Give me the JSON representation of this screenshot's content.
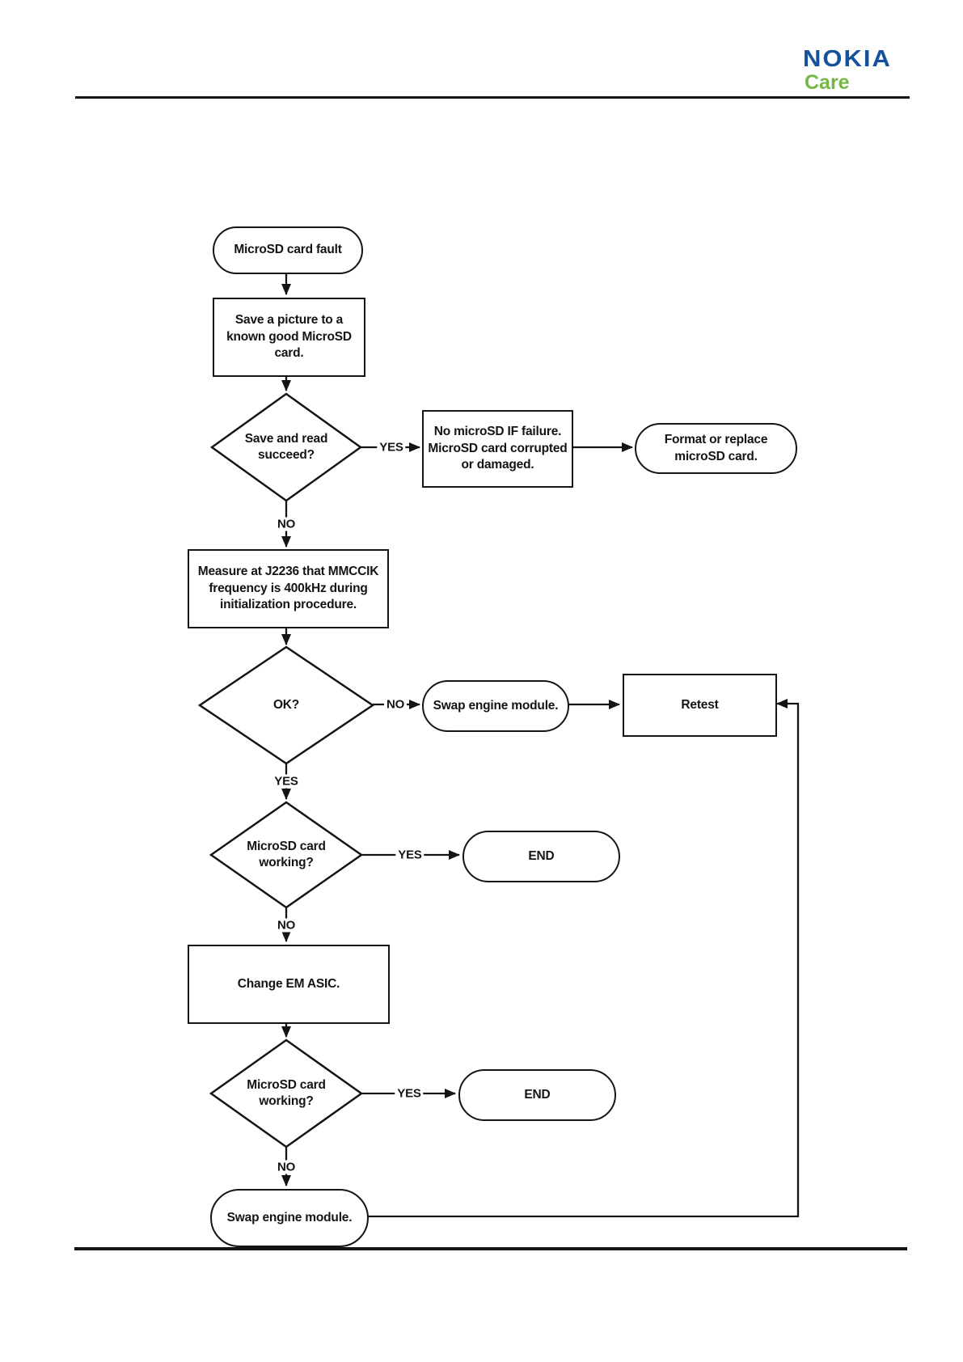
{
  "header": {
    "brand": "NOKIA",
    "sub_brand": "Care",
    "brand_color": "#17519e",
    "sub_brand_color": "#74b843"
  },
  "flowchart": {
    "line_color": "#141414",
    "nodes": {
      "start": {
        "type": "terminator",
        "label": "MicroSD card fault"
      },
      "save_picture": {
        "type": "process",
        "label": "Save a picture to a\nknown good MicroSD\ncard."
      },
      "save_read_succeed": {
        "type": "decision",
        "label": "Save and read\nsucceed?"
      },
      "no_if_failure": {
        "type": "process",
        "label": "No microSD IF failure.\nMicroSD card corrupted\nor damaged."
      },
      "format_replace": {
        "type": "terminator",
        "label": "Format or replace\nmicroSD card."
      },
      "measure_j2236": {
        "type": "process",
        "label": "Measure at J2236 that MMCCIK\nfrequency is 400kHz during\ninitialization procedure."
      },
      "ok": {
        "type": "decision",
        "label": "OK?"
      },
      "swap_engine_1": {
        "type": "terminator",
        "label": "Swap engine module."
      },
      "retest": {
        "type": "process",
        "label": "Retest"
      },
      "card_working_1": {
        "type": "decision",
        "label": "MicroSD card\nworking?"
      },
      "end_1": {
        "type": "terminator",
        "label": "END"
      },
      "change_em_asic": {
        "type": "process",
        "label": "Change EM ASIC."
      },
      "card_working_2": {
        "type": "decision",
        "label": "MicroSD card\nworking?"
      },
      "end_2": {
        "type": "terminator",
        "label": "END"
      },
      "swap_engine_2": {
        "type": "terminator",
        "label": "Swap engine module."
      }
    },
    "edge_labels": {
      "yes_1": "YES",
      "no_1": "NO",
      "no_2": "NO",
      "yes_2": "YES",
      "yes_3": "YES",
      "no_3": "NO",
      "yes_4": "YES",
      "no_4": "NO"
    }
  }
}
